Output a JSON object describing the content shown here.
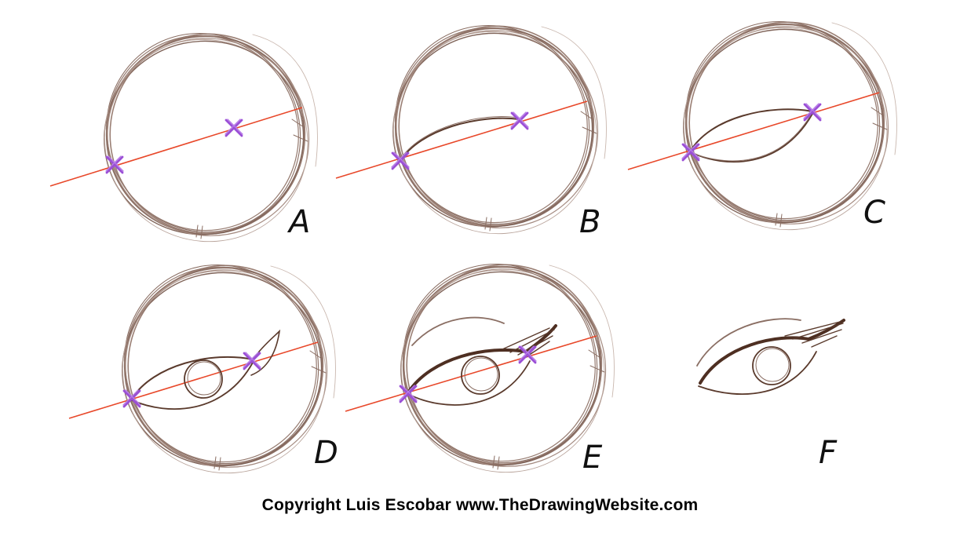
{
  "panels": [
    {
      "label": "A",
      "stage": "circle-guide"
    },
    {
      "label": "B",
      "stage": "upper-lid-curve"
    },
    {
      "label": "C",
      "stage": "lower-lid-curve"
    },
    {
      "label": "D",
      "stage": "iris-and-lid-tail"
    },
    {
      "label": "E",
      "stage": "lashes-and-brow"
    },
    {
      "label": "F",
      "stage": "final-eye"
    }
  ],
  "footer": {
    "copyright": "Copyright Luis Escobar www.TheDrawingWebsite.com"
  },
  "colors": {
    "sketch": "#8a6e63",
    "sketch_light": "#c9b7ae",
    "guide_line": "#e8482a",
    "marker": "#9b4fd6",
    "ink": "#5a3a2c",
    "text": "#000000"
  },
  "icons": {
    "marker": "x-cross-marker"
  }
}
